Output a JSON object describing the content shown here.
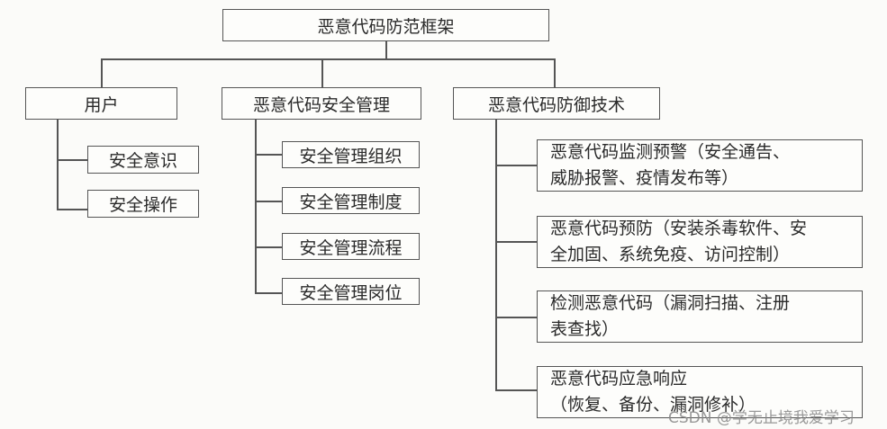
{
  "root": "恶意代码防范框架",
  "branches": [
    {
      "label": "用户",
      "children": [
        "安全意识",
        "安全操作"
      ]
    },
    {
      "label": "恶意代码安全管理",
      "children": [
        "安全管理组织",
        "安全管理制度",
        "安全管理流程",
        "安全管理岗位"
      ]
    },
    {
      "label": "恶意代码防御技术",
      "children": [
        [
          "恶意代码监测预警（安全通告、",
          "威胁报警、疫情发布等）"
        ],
        [
          "恶意代码预防（安装杀毒软件、安",
          "全加固、系统免疫、访问控制）"
        ],
        [
          "检测恶意代码（漏洞扫描、注册",
          "表查找）"
        ],
        [
          "恶意代码应急响应",
          "（恢复、备份、漏洞修补）"
        ]
      ]
    }
  ],
  "watermark": "CSDN @学无止境我爱学习"
}
